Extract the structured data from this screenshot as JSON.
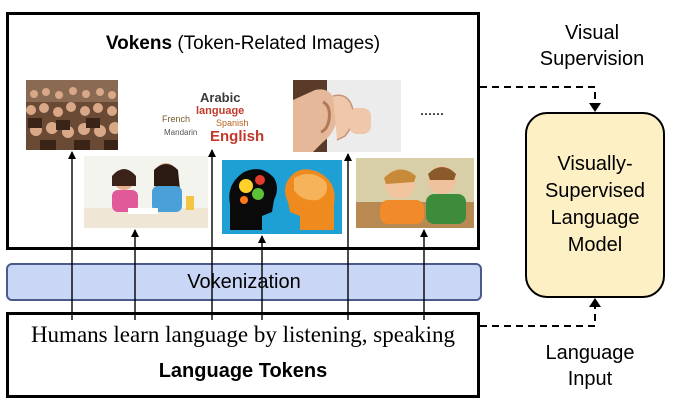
{
  "vokens": {
    "title_bold": "Vokens",
    "title_rest": " (Token-Related Images)",
    "ellipsis": "......"
  },
  "word_cloud": {
    "words": [
      "Arabic",
      "language",
      "French",
      "Spanish",
      "Mandarin",
      "English"
    ]
  },
  "vokenization": {
    "label": "Vokenization"
  },
  "language_tokens": {
    "sentence": "Humans learn language by listening, speaking",
    "label": "Language Tokens"
  },
  "model": {
    "lines": [
      "Visually-",
      "Supervised",
      "Language",
      "Model"
    ]
  },
  "visual_supervision": {
    "lines": [
      "Visual",
      "Supervision"
    ]
  },
  "language_input": {
    "lines": [
      "Language",
      "Input"
    ]
  },
  "colors": {
    "vokenization_fill": "#c9d6f5",
    "vokenization_border": "#4a5a8a",
    "model_fill": "#fdf0c4"
  }
}
